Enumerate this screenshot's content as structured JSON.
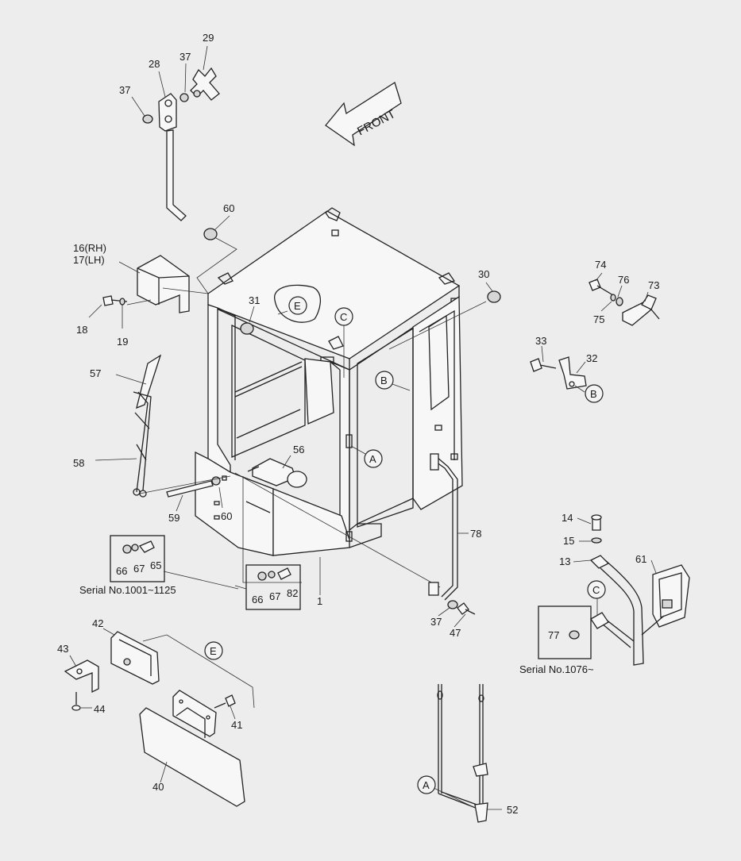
{
  "front_label": "FRONT",
  "callouts": {
    "c29": "29",
    "c28": "28",
    "c37a": "37",
    "c37b": "37",
    "c60a": "60",
    "c16": "16(RH)",
    "c17": "17(LH)",
    "c18": "18",
    "c19": "19",
    "c31": "31",
    "c30": "30",
    "c74": "74",
    "c76": "76",
    "c73": "73",
    "c75": "75",
    "c33": "33",
    "c32": "32",
    "c57": "57",
    "c58": "58",
    "c56": "56",
    "c59": "59",
    "c60b": "60",
    "c78": "78",
    "c66a": "66",
    "c67a": "67",
    "c65": "65",
    "c66b": "66",
    "c67b": "67",
    "c82": "82",
    "c1": "1",
    "c14": "14",
    "c15": "15",
    "c13": "13",
    "c61": "61",
    "c77": "77",
    "c37c": "37",
    "c47": "47",
    "c42": "42",
    "c43": "43",
    "c44": "44",
    "c41": "41",
    "c40": "40",
    "c52": "52"
  },
  "refs": {
    "E1": "E",
    "C1": "C",
    "B1": "B",
    "A1": "A",
    "B2": "B",
    "C2": "C",
    "E2": "E",
    "A2": "A"
  },
  "serials": {
    "s1": "Serial No.1001~1125",
    "s2": "Serial No.1076~"
  }
}
